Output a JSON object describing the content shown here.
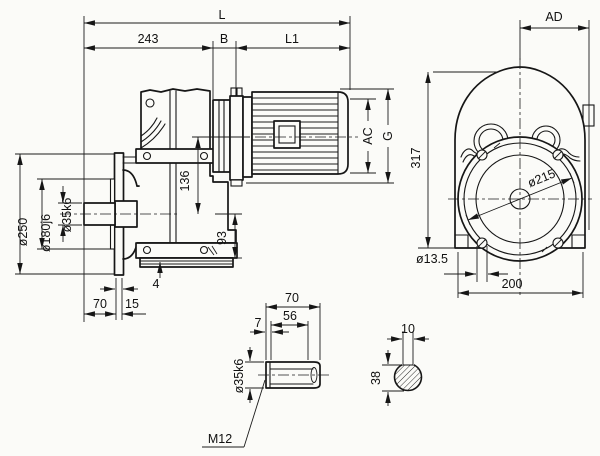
{
  "drawing_labels": {
    "main": {
      "L": "L",
      "dim243": "243",
      "B": "B",
      "L1": "L1",
      "dia250": "ø250",
      "dia180": "ø180j6",
      "dia35": "ø35k6",
      "dim70": "70",
      "dim15": "15",
      "dim4": "4",
      "dim136": "136",
      "dim93": "93",
      "AC": "AC",
      "G": "G"
    },
    "front": {
      "AD": "AD",
      "dim317": "317",
      "dia215": "ø215",
      "dia13_5": "ø13.5",
      "dim200": "200"
    },
    "shaft": {
      "dim70": "70",
      "dim56": "56",
      "dim7": "7",
      "dia35": "ø35k6",
      "thread": "M12"
    },
    "section": {
      "dim10": "10",
      "dim38": "38"
    }
  }
}
